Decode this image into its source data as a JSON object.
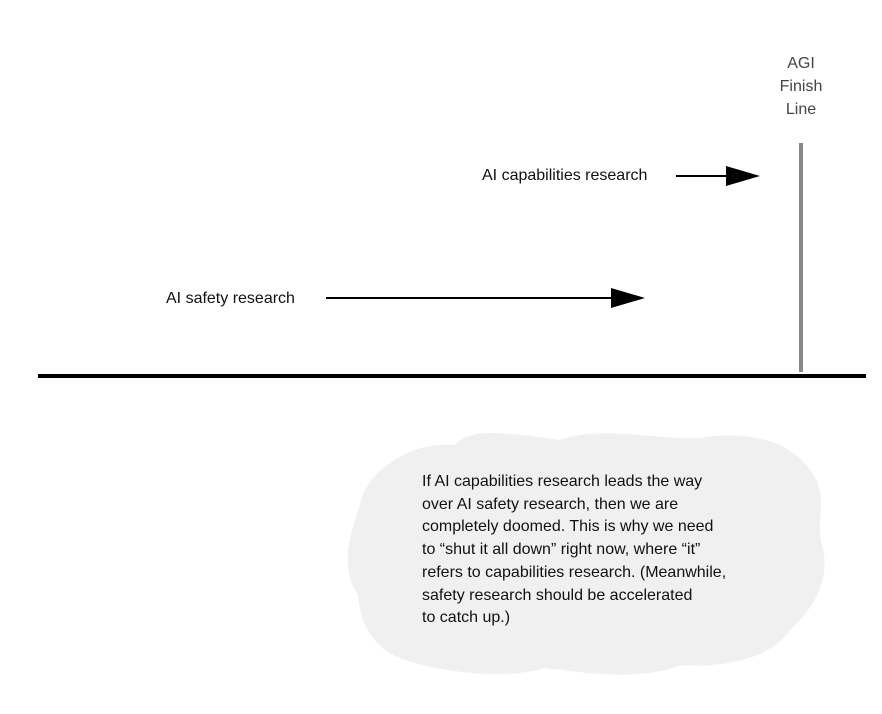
{
  "finish_line": {
    "label_lines": [
      "AGI",
      "Finish",
      "Line"
    ],
    "color": "#888888"
  },
  "tracks": [
    {
      "label": "AI capabilities research"
    },
    {
      "label": "AI safety research"
    }
  ],
  "note": {
    "lines": [
      "If AI capabilities research leads the way",
      "over AI safety research, then we are",
      "completely doomed. This is why we need",
      "to “shut it all down” right now, where “it”",
      "refers to capabilities research. (Meanwhile,",
      "safety research should be accelerated",
      "to catch up.)"
    ],
    "background_color": "#f0f0f0"
  },
  "colors": {
    "arrow": "#000000",
    "baseline": "#000000",
    "text": "#111111"
  }
}
